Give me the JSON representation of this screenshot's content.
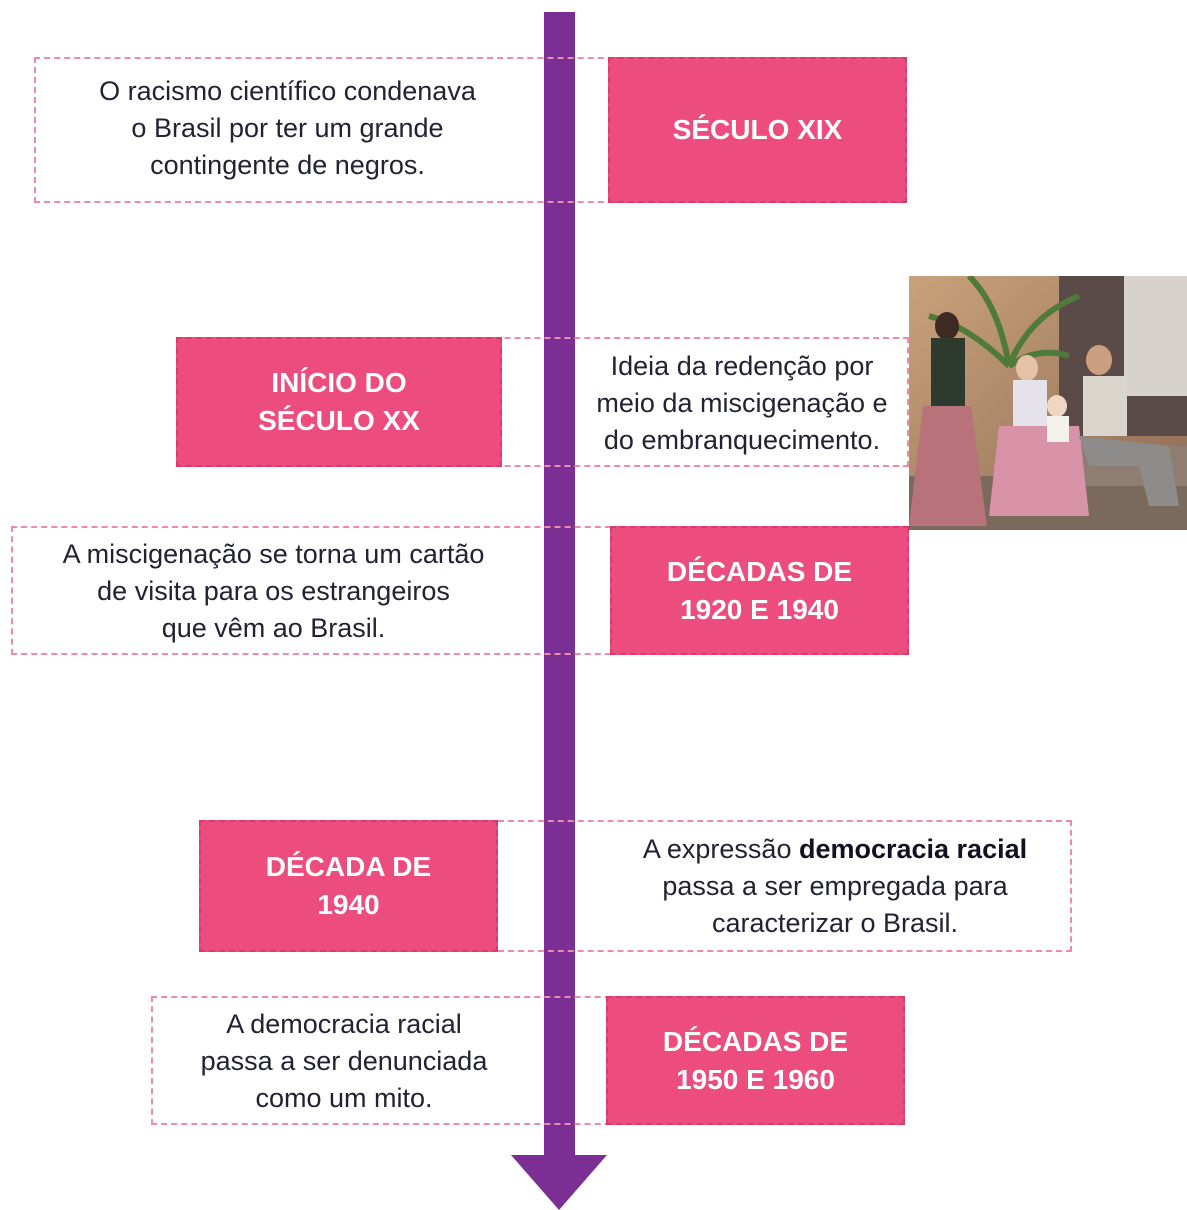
{
  "timeline": {
    "events": [
      {
        "period": [
          "SÉCULO XIX"
        ],
        "description": [
          "O racismo científico condenava",
          "o Brasil por ter um grande",
          "contingente de negros."
        ]
      },
      {
        "period": [
          "INÍCIO DO",
          "SÉCULO XX"
        ],
        "description": [
          "Ideia da redenção por",
          "meio da miscigenação e",
          "do embranquecimento."
        ]
      },
      {
        "period": [
          "DÉCADAS DE",
          "1920 E 1940"
        ],
        "description": [
          "A miscigenação se torna um cartão",
          "de visita para os estrangeiros",
          "que vêm ao Brasil."
        ]
      },
      {
        "period": [
          "DÉCADA DE",
          "1940"
        ],
        "description_prefix": "A expressão ",
        "description_bold": "democracia racial",
        "description_rest": [
          "passa a ser empregada para",
          "caracterizar o Brasil."
        ]
      },
      {
        "period": [
          "DÉCADAS DE",
          "1950 E 1960"
        ],
        "description": [
          "A democracia racial",
          "passa a ser denunciada",
          "como um mito."
        ]
      }
    ]
  },
  "colors": {
    "axis": "#7b2e93",
    "label_bg": "#ec4c7e",
    "dashed_border": "#ee8aaa"
  }
}
